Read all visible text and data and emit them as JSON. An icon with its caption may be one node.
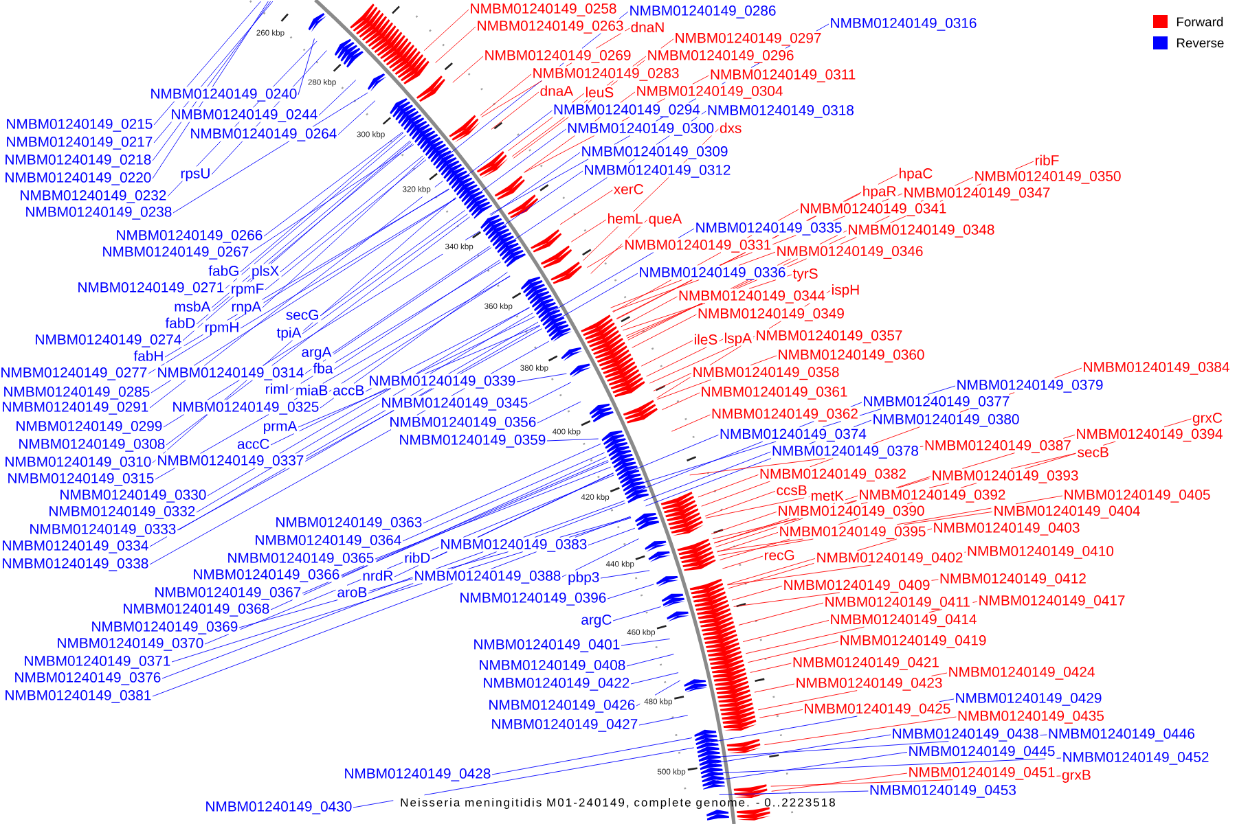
{
  "diagram": {
    "caption": "Neisseria meningitidis M01-240149, complete genome. - 0..2223518",
    "nodes": [
      {
        "text": [
          "NMBM01240149_0258"
        ]
      },
      {
        "text": [
          "NMBM01240149_0286"
        ]
      },
      {
        "text": [
          "NMBM01240149_0316"
        ]
      },
      {
        "text": [
          "NMBM01240149_0263"
        ]
      },
      {
        "text": [
          "dnaN"
        ]
      },
      {
        "text": [
          "NMBM01240149_0297"
        ]
      },
      {
        "text": [
          "NMBM01240149_0269"
        ]
      },
      {
        "text": [
          "NMBM01240149_0296"
        ]
      },
      {
        "text": [
          "NMBM01240149_0283"
        ]
      },
      {
        "text": [
          "NMBM01240149_0311"
        ]
      },
      {
        "text": [
          "dnaA"
        ]
      },
      {
        "text": [
          "leuS"
        ]
      },
      {
        "text": [
          "NMBM01240149_0304"
        ]
      },
      {
        "text": [
          "NMBM01240149_0240"
        ]
      },
      {
        "text": [
          "NMBM01240149_0294"
        ]
      },
      {
        "text": [
          "NMBM01240149_0318"
        ]
      },
      {
        "text": [
          "NMBM01240149_0244"
        ]
      },
      {
        "text": [
          "NMBM01240149_0215"
        ]
      },
      {
        "text": [
          "NMBM01240149_0300"
        ]
      },
      {
        "text": [
          "dxs"
        ]
      },
      {
        "text": [
          "NMBM01240149_0264"
        ]
      },
      {
        "text": [
          "NMBM01240149_0217"
        ]
      },
      {
        "text": [
          "NMBM01240149_0309"
        ]
      },
      {
        "text": [
          "NMBM01240149_0218"
        ]
      },
      {
        "text": [
          "ribF"
        ]
      },
      {
        "text": [
          "NMBM01240149_0312"
        ]
      },
      {
        "text": [
          "rpsU"
        ]
      },
      {
        "text": [
          "hpaC"
        ]
      },
      {
        "text": [
          "NMBM01240149_0350"
        ]
      },
      {
        "text": [
          "NMBM01240149_0220"
        ]
      },
      {
        "text": [
          "xerC"
        ]
      },
      {
        "text": [
          "hpaR"
        ]
      },
      {
        "text": [
          "NMBM01240149_0347"
        ]
      },
      {
        "text": [
          "NMBM01240149_0232"
        ]
      },
      {
        "text": [
          "NMBM01240149_0341"
        ]
      },
      {
        "text": [
          "NMBM01240149_0238"
        ]
      },
      {
        "text": [
          "hemL"
        ]
      },
      {
        "text": [
          "queA"
        ]
      },
      {
        "text": [
          "NMBM01240149_0335"
        ]
      },
      {
        "text": [
          "NMBM01240149_0348"
        ]
      },
      {
        "text": [
          "NMBM01240149_0266"
        ]
      },
      {
        "text": [
          "NMBM01240149_0331"
        ]
      },
      {
        "text": [
          "NMBM01240149_0346"
        ]
      },
      {
        "text": [
          "NMBM01240149_0267"
        ]
      },
      {
        "text": [
          "fabG"
        ]
      },
      {
        "text": [
          "plsX"
        ]
      },
      {
        "text": [
          "NMBM01240149_0336"
        ]
      },
      {
        "text": [
          "tyrS"
        ]
      },
      {
        "text": [
          "NMBM01240149_0271"
        ]
      },
      {
        "text": [
          "rpmF"
        ]
      },
      {
        "text": [
          "ispH"
        ]
      },
      {
        "text": [
          "NMBM01240149_0344"
        ]
      },
      {
        "text": [
          "msbA"
        ]
      },
      {
        "text": [
          "rnpA"
        ]
      },
      {
        "text": [
          "NMBM01240149_0349"
        ]
      },
      {
        "text": [
          "secG"
        ]
      },
      {
        "text": [
          "fabD"
        ]
      },
      {
        "text": [
          "rpmH"
        ]
      },
      {
        "text": [
          "tpiA"
        ]
      },
      {
        "text": [
          "NMBM01240149_0357"
        ]
      },
      {
        "text": [
          "lspA"
        ]
      },
      {
        "text": [
          "ileS"
        ]
      },
      {
        "text": [
          "NMBM01240149_0274"
        ]
      },
      {
        "text": [
          "argA"
        ]
      },
      {
        "text": [
          "NMBM01240149_0360"
        ]
      },
      {
        "text": [
          "fabH"
        ]
      },
      {
        "text": [
          "NMBM01240149_0384"
        ]
      },
      {
        "text": [
          "fba"
        ]
      },
      {
        "text": [
          "NMBM01240149_0358"
        ]
      },
      {
        "text": [
          "NMBM01240149_0277"
        ]
      },
      {
        "text": [
          "NMBM01240149_0314"
        ]
      },
      {
        "text": [
          "NMBM01240149_0339"
        ]
      },
      {
        "text": [
          "NMBM01240149_0379"
        ]
      },
      {
        "text": [
          "rimI"
        ]
      },
      {
        "text": [
          "miaB"
        ]
      },
      {
        "text": [
          "accB"
        ]
      },
      {
        "text": [
          "NMBM01240149_0285"
        ]
      },
      {
        "text": [
          "NMBM01240149_0361"
        ]
      },
      {
        "text": [
          "NMBM01240149_0377"
        ]
      },
      {
        "text": [
          "NMBM01240149_0345"
        ]
      },
      {
        "text": [
          "NMBM01240149_0291"
        ]
      },
      {
        "text": [
          "NMBM01240149_0325"
        ]
      },
      {
        "text": [
          "NMBM01240149_0362"
        ]
      },
      {
        "text": [
          "NMBM01240149_0380"
        ]
      },
      {
        "text": [
          "grxC"
        ]
      },
      {
        "text": [
          "NMBM01240149_0356"
        ]
      },
      {
        "text": [
          "NMBM01240149_0299"
        ]
      },
      {
        "text": [
          "prmA"
        ]
      },
      {
        "text": [
          "NMBM01240149_0374"
        ]
      },
      {
        "text": [
          "NMBM01240149_0394"
        ]
      },
      {
        "text": [
          "NMBM01240149_0359"
        ]
      },
      {
        "text": [
          "NMBM01240149_0308"
        ]
      },
      {
        "text": [
          "accC"
        ]
      },
      {
        "text": [
          "NMBM01240149_0387"
        ]
      },
      {
        "text": [
          "NMBM01240149_0378"
        ]
      },
      {
        "text": [
          "secB"
        ]
      },
      {
        "text": [
          "NMBM01240149_0337"
        ]
      },
      {
        "text": [
          "NMBM01240149_0310"
        ]
      },
      {
        "text": [
          "NMBM01240149_0382"
        ]
      },
      {
        "text": [
          "NMBM01240149_0393"
        ]
      },
      {
        "text": [
          "NMBM01240149_0315"
        ]
      },
      {
        "text": [
          "ccsB"
        ]
      },
      {
        "text": [
          "NMBM01240149_0330"
        ]
      },
      {
        "text": [
          "NMBM01240149_0392"
        ]
      },
      {
        "text": [
          "NMBM01240149_0405"
        ]
      },
      {
        "text": [
          "metK"
        ]
      },
      {
        "text": [
          "NMBM01240149_0332"
        ]
      },
      {
        "text": [
          "NMBM01240149_0390"
        ]
      },
      {
        "text": [
          "NMBM01240149_0404"
        ]
      },
      {
        "text": [
          "NMBM01240149_0363"
        ]
      },
      {
        "text": [
          "NMBM01240149_0403"
        ]
      },
      {
        "text": [
          "NMBM01240149_0333"
        ]
      },
      {
        "text": [
          "NMBM01240149_0395"
        ]
      },
      {
        "text": [
          "NMBM01240149_0364"
        ]
      },
      {
        "text": [
          "NMBM01240149_0383"
        ]
      },
      {
        "text": [
          "NMBM01240149_0334"
        ]
      },
      {
        "text": [
          "NMBM01240149_0410"
        ]
      },
      {
        "text": [
          "recG"
        ]
      },
      {
        "text": [
          "NMBM01240149_0402"
        ]
      },
      {
        "text": [
          "NMBM01240149_0365"
        ]
      },
      {
        "text": [
          "ribD"
        ]
      },
      {
        "text": [
          "NMBM01240149_0338"
        ]
      },
      {
        "text": [
          "NMBM01240149_0366"
        ]
      },
      {
        "text": [
          "nrdR"
        ]
      },
      {
        "text": [
          "NMBM01240149_0388"
        ]
      },
      {
        "text": [
          "pbp3"
        ]
      },
      {
        "text": [
          "NMBM01240149_0412"
        ]
      },
      {
        "text": [
          "NMBM01240149_0409"
        ]
      },
      {
        "text": [
          "NMBM01240149_0367"
        ]
      },
      {
        "text": [
          "aroB"
        ]
      },
      {
        "text": [
          "NMBM01240149_0396"
        ]
      },
      {
        "text": [
          "NMBM01240149_0417"
        ]
      },
      {
        "text": [
          "NMBM01240149_0411"
        ]
      },
      {
        "text": [
          "NMBM01240149_0368"
        ]
      },
      {
        "text": [
          "NMBM01240149_0414"
        ]
      },
      {
        "text": [
          "argC"
        ]
      },
      {
        "text": [
          "NMBM01240149_0369"
        ]
      },
      {
        "text": [
          "NMBM01240149_0419"
        ]
      },
      {
        "text": [
          "NMBM01240149_0370"
        ]
      },
      {
        "text": [
          "NMBM01240149_0401"
        ]
      },
      {
        "text": [
          "NMBM01240149_0371"
        ]
      },
      {
        "text": [
          "NMBM01240149_0421"
        ]
      },
      {
        "text": [
          "NMBM01240149_0408"
        ]
      },
      {
        "text": [
          "NMBM01240149_0424"
        ]
      },
      {
        "text": [
          "NMBM01240149_0376"
        ]
      },
      {
        "text": [
          "NMBM01240149_0422"
        ]
      },
      {
        "text": [
          "NMBM01240149_0423"
        ]
      },
      {
        "text": [
          "NMBM01240149_0381"
        ]
      },
      {
        "text": [
          "NMBM01240149_0429"
        ]
      },
      {
        "text": [
          "NMBM01240149_0426"
        ]
      },
      {
        "text": [
          "NMBM01240149_0425"
        ]
      },
      {
        "text": [
          "NMBM01240149_0435"
        ]
      },
      {
        "text": [
          "NMBM01240149_0427"
        ]
      },
      {
        "text": [
          "NMBM01240149_0438"
        ]
      },
      {
        "text": [
          "NMBM01240149_0446"
        ]
      },
      {
        "text": [
          "NMBM01240149_0445"
        ]
      },
      {
        "text": [
          "NMBM01240149_0452"
        ]
      },
      {
        "text": [
          "NMBM01240149_0451"
        ]
      },
      {
        "text": [
          "NMBM01240149_0428"
        ]
      },
      {
        "text": [
          "grxB"
        ]
      },
      {
        "text": [
          "NMBM01240149_0453"
        ]
      },
      {
        "text": [
          "NMBM01240149_0430"
        ]
      }
    ],
    "edges": [
      {
        "from": 0,
        "to": null,
        "arrow": "none",
        "color": "#ff0000"
      },
      {
        "from": 1,
        "to": null,
        "arrow": "none",
        "color": "#0000ff"
      },
      {
        "from": 2,
        "to": null,
        "arrow": "none",
        "color": "#0000ff"
      },
      {
        "from": 3,
        "to": null,
        "arrow": "none",
        "color": "#ff0000"
      },
      {
        "from": 4,
        "to": null,
        "arrow": "none",
        "color": "#ff0000"
      },
      {
        "from": 5,
        "to": null,
        "arrow": "none",
        "color": "#ff0000"
      },
      {
        "from": 6,
        "to": null,
        "arrow": "none",
        "color": "#ff0000"
      },
      {
        "from": 7,
        "to": null,
        "arrow": "none",
        "color": "#ff0000"
      },
      {
        "from": 8,
        "to": null,
        "arrow": "none",
        "color": "#ff0000"
      },
      {
        "from": 9,
        "to": null,
        "arrow": "none",
        "color": "#ff0000"
      },
      {
        "from": 10,
        "to": null,
        "arrow": "none",
        "color": "#ff0000"
      },
      {
        "from": 11,
        "to": null,
        "arrow": "none",
        "color": "#ff0000"
      },
      {
        "from": 12,
        "to": null,
        "arrow": "none",
        "color": "#ff0000"
      },
      {
        "from": 13,
        "to": null,
        "arrow": "none",
        "color": "#0000ff"
      },
      {
        "from": 14,
        "to": null,
        "arrow": "none",
        "color": "#0000ff"
      },
      {
        "from": 15,
        "to": null,
        "arrow": "none",
        "color": "#0000ff"
      },
      {
        "from": 16,
        "to": null,
        "arrow": "none",
        "color": "#0000ff"
      },
      {
        "from": 17,
        "to": null,
        "arrow": "none",
        "color": "#0000ff"
      },
      {
        "from": 18,
        "to": null,
        "arrow": "none",
        "color": "#0000ff"
      },
      {
        "from": 19,
        "to": null,
        "arrow": "none",
        "color": "#ff0000"
      },
      {
        "from": 20,
        "to": null,
        "arrow": "none",
        "color": "#0000ff"
      },
      {
        "from": 21,
        "to": null,
        "arrow": "none",
        "color": "#0000ff"
      },
      {
        "from": 22,
        "to": null,
        "arrow": "none",
        "color": "#0000ff"
      },
      {
        "from": 23,
        "to": null,
        "arrow": "none",
        "color": "#0000ff"
      },
      {
        "from": 24,
        "to": null,
        "arrow": "none",
        "color": "#ff0000"
      },
      {
        "from": 25,
        "to": null,
        "arrow": "none",
        "color": "#0000ff"
      },
      {
        "from": 26,
        "to": null,
        "arrow": "none",
        "color": "#0000ff"
      },
      {
        "from": 27,
        "to": null,
        "arrow": "none",
        "color": "#ff0000"
      },
      {
        "from": 28,
        "to": null,
        "arrow": "none",
        "color": "#ff0000"
      },
      {
        "from": 29,
        "to": null,
        "arrow": "none",
        "color": "#0000ff"
      },
      {
        "from": 30,
        "to": null,
        "arrow": "none",
        "color": "#ff0000"
      },
      {
        "from": 31,
        "to": null,
        "arrow": "none",
        "color": "#ff0000"
      },
      {
        "from": 32,
        "to": null,
        "arrow": "none",
        "color": "#ff0000"
      },
      {
        "from": 33,
        "to": null,
        "arrow": "none",
        "color": "#0000ff"
      },
      {
        "from": 34,
        "to": null,
        "arrow": "none",
        "color": "#ff0000"
      },
      {
        "from": 35,
        "to": null,
        "arrow": "none",
        "color": "#0000ff"
      },
      {
        "from": 36,
        "to": null,
        "arrow": "none",
        "color": "#ff0000"
      },
      {
        "from": 37,
        "to": null,
        "arrow": "none",
        "color": "#ff0000"
      },
      {
        "from": 38,
        "to": null,
        "arrow": "none",
        "color": "#0000ff"
      },
      {
        "from": 39,
        "to": null,
        "arrow": "none",
        "color": "#ff0000"
      },
      {
        "from": 40,
        "to": null,
        "arrow": "none",
        "color": "#0000ff"
      },
      {
        "from": 41,
        "to": null,
        "arrow": "none",
        "color": "#ff0000"
      },
      {
        "from": 42,
        "to": null,
        "arrow": "none",
        "color": "#ff0000"
      },
      {
        "from": 43,
        "to": null,
        "arrow": "none",
        "color": "#0000ff"
      },
      {
        "from": 44,
        "to": null,
        "arrow": "none",
        "color": "#0000ff"
      },
      {
        "from": 45,
        "to": null,
        "arrow": "none",
        "color": "#0000ff"
      },
      {
        "from": 46,
        "to": null,
        "arrow": "none",
        "color": "#0000ff"
      },
      {
        "from": 47,
        "to": null,
        "arrow": "none",
        "color": "#ff0000"
      },
      {
        "from": 48,
        "to": null,
        "arrow": "none",
        "color": "#0000ff"
      },
      {
        "from": 49,
        "to": null,
        "arrow": "none",
        "color": "#0000ff"
      },
      {
        "from": 50,
        "to": null,
        "arrow": "none",
        "color": "#ff0000"
      },
      {
        "from": 51,
        "to": null,
        "arrow": "none",
        "color": "#ff0000"
      },
      {
        "from": 52,
        "to": null,
        "arrow": "none",
        "color": "#0000ff"
      },
      {
        "from": 53,
        "to": null,
        "arrow": "none",
        "color": "#0000ff"
      },
      {
        "from": 54,
        "to": null,
        "arrow": "none",
        "color": "#ff0000"
      },
      {
        "from": 55,
        "to": null,
        "arrow": "none",
        "color": "#0000ff"
      },
      {
        "from": 56,
        "to": null,
        "arrow": "none",
        "color": "#0000ff"
      },
      {
        "from": 57,
        "to": null,
        "arrow": "none",
        "color": "#0000ff"
      },
      {
        "from": 58,
        "to": null,
        "arrow": "none",
        "color": "#0000ff"
      },
      {
        "from": 59,
        "to": null,
        "arrow": "none",
        "color": "#ff0000"
      },
      {
        "from": 60,
        "to": null,
        "arrow": "none",
        "color": "#ff0000"
      },
      {
        "from": 61,
        "to": null,
        "arrow": "none",
        "color": "#ff0000"
      },
      {
        "from": 62,
        "to": null,
        "arrow": "none",
        "color": "#0000ff"
      },
      {
        "from": 63,
        "to": null,
        "arrow": "none",
        "color": "#0000ff"
      },
      {
        "from": 64,
        "to": null,
        "arrow": "none",
        "color": "#ff0000"
      },
      {
        "from": 65,
        "to": null,
        "arrow": "none",
        "color": "#0000ff"
      },
      {
        "from": 66,
        "to": null,
        "arrow": "none",
        "color": "#ff0000"
      },
      {
        "from": 67,
        "to": null,
        "arrow": "none",
        "color": "#0000ff"
      },
      {
        "from": 68,
        "to": null,
        "arrow": "none",
        "color": "#ff0000"
      },
      {
        "from": 69,
        "to": null,
        "arrow": "none",
        "color": "#0000ff"
      },
      {
        "from": 70,
        "to": null,
        "arrow": "none",
        "color": "#0000ff"
      },
      {
        "from": 71,
        "to": null,
        "arrow": "none",
        "color": "#0000ff"
      },
      {
        "from": 72,
        "to": null,
        "arrow": "none",
        "color": "#0000ff"
      },
      {
        "from": 73,
        "to": null,
        "arrow": "none",
        "color": "#0000ff"
      },
      {
        "from": 74,
        "to": null,
        "arrow": "none",
        "color": "#0000ff"
      },
      {
        "from": 75,
        "to": null,
        "arrow": "none",
        "color": "#0000ff"
      },
      {
        "from": 76,
        "to": null,
        "arrow": "none",
        "color": "#0000ff"
      },
      {
        "from": 77,
        "to": null,
        "arrow": "none",
        "color": "#ff0000"
      },
      {
        "from": 78,
        "to": null,
        "arrow": "none",
        "color": "#0000ff"
      },
      {
        "from": 79,
        "to": null,
        "arrow": "none",
        "color": "#0000ff"
      },
      {
        "from": 80,
        "to": null,
        "arrow": "none",
        "color": "#0000ff"
      },
      {
        "from": 81,
        "to": null,
        "arrow": "none",
        "color": "#0000ff"
      },
      {
        "from": 82,
        "to": null,
        "arrow": "none",
        "color": "#ff0000"
      },
      {
        "from": 83,
        "to": null,
        "arrow": "none",
        "color": "#0000ff"
      },
      {
        "from": 84,
        "to": null,
        "arrow": "none",
        "color": "#ff0000"
      },
      {
        "from": 85,
        "to": null,
        "arrow": "none",
        "color": "#0000ff"
      },
      {
        "from": 86,
        "to": null,
        "arrow": "none",
        "color": "#0000ff"
      },
      {
        "from": 87,
        "to": null,
        "arrow": "none",
        "color": "#0000ff"
      },
      {
        "from": 88,
        "to": null,
        "arrow": "none",
        "color": "#0000ff"
      },
      {
        "from": 89,
        "to": null,
        "arrow": "none",
        "color": "#ff0000"
      },
      {
        "from": 90,
        "to": null,
        "arrow": "none",
        "color": "#0000ff"
      },
      {
        "from": 91,
        "to": null,
        "arrow": "none",
        "color": "#0000ff"
      },
      {
        "from": 92,
        "to": null,
        "arrow": "none",
        "color": "#0000ff"
      },
      {
        "from": 93,
        "to": null,
        "arrow": "none",
        "color": "#ff0000"
      },
      {
        "from": 94,
        "to": null,
        "arrow": "none",
        "color": "#0000ff"
      },
      {
        "from": 95,
        "to": null,
        "arrow": "none",
        "color": "#ff0000"
      },
      {
        "from": 96,
        "to": null,
        "arrow": "none",
        "color": "#0000ff"
      },
      {
        "from": 97,
        "to": null,
        "arrow": "none",
        "color": "#0000ff"
      },
      {
        "from": 98,
        "to": null,
        "arrow": "none",
        "color": "#ff0000"
      },
      {
        "from": 99,
        "to": null,
        "arrow": "none",
        "color": "#ff0000"
      },
      {
        "from": 100,
        "to": null,
        "arrow": "none",
        "color": "#0000ff"
      },
      {
        "from": 101,
        "to": null,
        "arrow": "none",
        "color": "#ff0000"
      },
      {
        "from": 102,
        "to": null,
        "arrow": "none",
        "color": "#0000ff"
      },
      {
        "from": 103,
        "to": null,
        "arrow": "none",
        "color": "#ff0000"
      },
      {
        "from": 104,
        "to": null,
        "arrow": "none",
        "color": "#ff0000"
      },
      {
        "from": 105,
        "to": null,
        "arrow": "none",
        "color": "#ff0000"
      },
      {
        "from": 106,
        "to": null,
        "arrow": "none",
        "color": "#0000ff"
      },
      {
        "from": 107,
        "to": null,
        "arrow": "none",
        "color": "#ff0000"
      },
      {
        "from": 108,
        "to": null,
        "arrow": "none",
        "color": "#ff0000"
      },
      {
        "from": 109,
        "to": null,
        "arrow": "none",
        "color": "#0000ff"
      },
      {
        "from": 110,
        "to": null,
        "arrow": "none",
        "color": "#ff0000"
      },
      {
        "from": 111,
        "to": null,
        "arrow": "none",
        "color": "#0000ff"
      },
      {
        "from": 112,
        "to": null,
        "arrow": "none",
        "color": "#ff0000"
      },
      {
        "from": 113,
        "to": null,
        "arrow": "none",
        "color": "#0000ff"
      },
      {
        "from": 114,
        "to": null,
        "arrow": "none",
        "color": "#0000ff"
      },
      {
        "from": 115,
        "to": null,
        "arrow": "none",
        "color": "#0000ff"
      },
      {
        "from": 116,
        "to": null,
        "arrow": "none",
        "color": "#ff0000"
      },
      {
        "from": 117,
        "to": null,
        "arrow": "none",
        "color": "#ff0000"
      },
      {
        "from": 118,
        "to": null,
        "arrow": "none",
        "color": "#ff0000"
      },
      {
        "from": 119,
        "to": null,
        "arrow": "none",
        "color": "#0000ff"
      },
      {
        "from": 120,
        "to": null,
        "arrow": "none",
        "color": "#0000ff"
      },
      {
        "from": 121,
        "to": null,
        "arrow": "none",
        "color": "#0000ff"
      },
      {
        "from": 122,
        "to": null,
        "arrow": "none",
        "color": "#0000ff"
      },
      {
        "from": 123,
        "to": null,
        "arrow": "none",
        "color": "#0000ff"
      },
      {
        "from": 124,
        "to": null,
        "arrow": "none",
        "color": "#0000ff"
      },
      {
        "from": 125,
        "to": null,
        "arrow": "none",
        "color": "#0000ff"
      },
      {
        "from": 126,
        "to": null,
        "arrow": "none",
        "color": "#ff0000"
      },
      {
        "from": 127,
        "to": null,
        "arrow": "none",
        "color": "#ff0000"
      },
      {
        "from": 128,
        "to": null,
        "arrow": "none",
        "color": "#0000ff"
      },
      {
        "from": 129,
        "to": null,
        "arrow": "none",
        "color": "#0000ff"
      },
      {
        "from": 130,
        "to": null,
        "arrow": "none",
        "color": "#0000ff"
      },
      {
        "from": 131,
        "to": null,
        "arrow": "none",
        "color": "#ff0000"
      },
      {
        "from": 132,
        "to": null,
        "arrow": "none",
        "color": "#ff0000"
      },
      {
        "from": 133,
        "to": null,
        "arrow": "none",
        "color": "#0000ff"
      },
      {
        "from": 134,
        "to": null,
        "arrow": "none",
        "color": "#ff0000"
      },
      {
        "from": 135,
        "to": null,
        "arrow": "none",
        "color": "#0000ff"
      },
      {
        "from": 136,
        "to": null,
        "arrow": "none",
        "color": "#0000ff"
      },
      {
        "from": 137,
        "to": null,
        "arrow": "none",
        "color": "#ff0000"
      },
      {
        "from": 138,
        "to": null,
        "arrow": "none",
        "color": "#0000ff"
      },
      {
        "from": 139,
        "to": null,
        "arrow": "none",
        "color": "#0000ff"
      },
      {
        "from": 140,
        "to": null,
        "arrow": "none",
        "color": "#0000ff"
      },
      {
        "from": 141,
        "to": null,
        "arrow": "none",
        "color": "#ff0000"
      },
      {
        "from": 142,
        "to": null,
        "arrow": "none",
        "color": "#0000ff"
      },
      {
        "from": 143,
        "to": null,
        "arrow": "none",
        "color": "#ff0000"
      },
      {
        "from": 144,
        "to": null,
        "arrow": "none",
        "color": "#0000ff"
      },
      {
        "from": 145,
        "to": null,
        "arrow": "none",
        "color": "#0000ff"
      },
      {
        "from": 146,
        "to": null,
        "arrow": "none",
        "color": "#ff0000"
      },
      {
        "from": 147,
        "to": null,
        "arrow": "none",
        "color": "#0000ff"
      },
      {
        "from": 148,
        "to": null,
        "arrow": "none",
        "color": "#0000ff"
      },
      {
        "from": 149,
        "to": null,
        "arrow": "none",
        "color": "#0000ff"
      },
      {
        "from": 150,
        "to": null,
        "arrow": "none",
        "color": "#ff0000"
      },
      {
        "from": 151,
        "to": null,
        "arrow": "none",
        "color": "#ff0000"
      },
      {
        "from": 152,
        "to": null,
        "arrow": "none",
        "color": "#0000ff"
      },
      {
        "from": 153,
        "to": null,
        "arrow": "none",
        "color": "#0000ff"
      },
      {
        "from": 154,
        "to": null,
        "arrow": "none",
        "color": "#0000ff"
      },
      {
        "from": 155,
        "to": null,
        "arrow": "none",
        "color": "#0000ff"
      },
      {
        "from": 156,
        "to": null,
        "arrow": "none",
        "color": "#0000ff"
      },
      {
        "from": 157,
        "to": null,
        "arrow": "none",
        "color": "#ff0000"
      },
      {
        "from": 158,
        "to": null,
        "arrow": "none",
        "color": "#0000ff"
      },
      {
        "from": 159,
        "to": null,
        "arrow": "none",
        "color": "#ff0000"
      },
      {
        "from": 160,
        "to": null,
        "arrow": "none",
        "color": "#0000ff"
      },
      {
        "from": 161,
        "to": null,
        "arrow": "none",
        "color": "#0000ff"
      }
    ],
    "labels": [
      "260 kbp",
      "280 kbp",
      "300 kbp",
      "320 kbp",
      "340 kbp",
      "360 kbp",
      "380 kbp",
      "400 kbp",
      "420 kbp",
      "440 kbp",
      "460 kbp",
      "480 kbp",
      "500 kbp"
    ],
    "legend": [
      {
        "text": "Forward",
        "color": "#ff0000"
      },
      {
        "text": "Reverse",
        "color": "#0000ff"
      }
    ]
  }
}
